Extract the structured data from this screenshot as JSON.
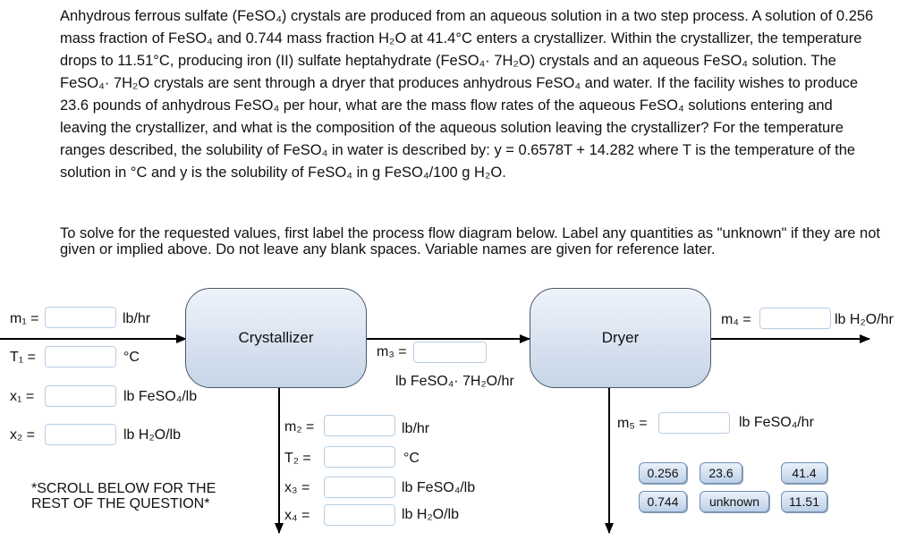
{
  "problem": {
    "paragraph": "Anhydrous ferrous sulfate (FeSO₄) crystals are produced from an aqueous solution in a two step process. A solution of 0.256 mass fraction of FeSO₄ and 0.744 mass fraction H₂O at 41.4°C enters a crystallizer. Within the crystallizer, the temperature drops to 11.51°C, producing iron (II) sulfate heptahydrate (FeSO₄· 7H₂O) crystals and an aqueous FeSO₄ solution. The FeSO₄· 7H₂O crystals are sent through a dryer that produces anhydrous FeSO₄ and water. If the facility wishes to produce 23.6 pounds of anhydrous FeSO₄ per hour, what are the mass flow rates of the aqueous FeSO₄ solutions entering and leaving the crystallizer, and what is the composition of the aqueous solution leaving the crystallizer? For the temperature ranges described, the solubility of FeSO₄ in water is described by: y = 0.6578T + 14.282 where T is the temperature of the solution in °C and y is the solubility of FeSO₄ in g FeSO₄/100 g H₂O.",
    "instructions": "To solve for the requested values, first label the process flow diagram below. Label any quantities as \"unknown\" if they are not given or implied above. Do not leave any blank spaces. Variable names are given for reference later."
  },
  "units": {
    "crystallizer": "Crystallizer",
    "dryer": "Dryer"
  },
  "streams": {
    "m1": {
      "label": "m₁ =",
      "unit": "lb/hr",
      "value": ""
    },
    "T1": {
      "label": "T₁ =",
      "unit": "°C",
      "value": ""
    },
    "x1": {
      "label": "x₁ =",
      "unit": "lb FeSO₄/lb",
      "value": ""
    },
    "x2": {
      "label": "x₂ =",
      "unit": "lb H₂O/lb",
      "value": ""
    },
    "m2": {
      "label": "m₂ =",
      "unit": "lb/hr",
      "value": ""
    },
    "T2": {
      "label": "T₂ =",
      "unit": "°C",
      "value": ""
    },
    "x3": {
      "label": "x₃ =",
      "unit": "lb FeSO₄/lb",
      "value": ""
    },
    "x4": {
      "label": "x₄ =",
      "unit": "lb H₂O/lb",
      "value": ""
    },
    "m3": {
      "label": "m₃ =",
      "unit": "lb FeSO₄· 7H₂O/hr",
      "value": ""
    },
    "m4": {
      "label": "m₄ =",
      "unit": "lb H₂O/hr",
      "value": ""
    },
    "m5": {
      "label": "m₅ =",
      "unit": "lb FeSO₄/hr",
      "value": ""
    }
  },
  "note": "*SCROLL BELOW FOR THE REST OF THE QUESTION*",
  "answer_chips": [
    "0.256",
    "23.6",
    "41.4",
    "0.744",
    "unknown",
    "11.51"
  ],
  "colors": {
    "field_border": "#b8cde3",
    "node_fill": "#c6d5e8",
    "chip_fill": "#bcd0e8"
  }
}
